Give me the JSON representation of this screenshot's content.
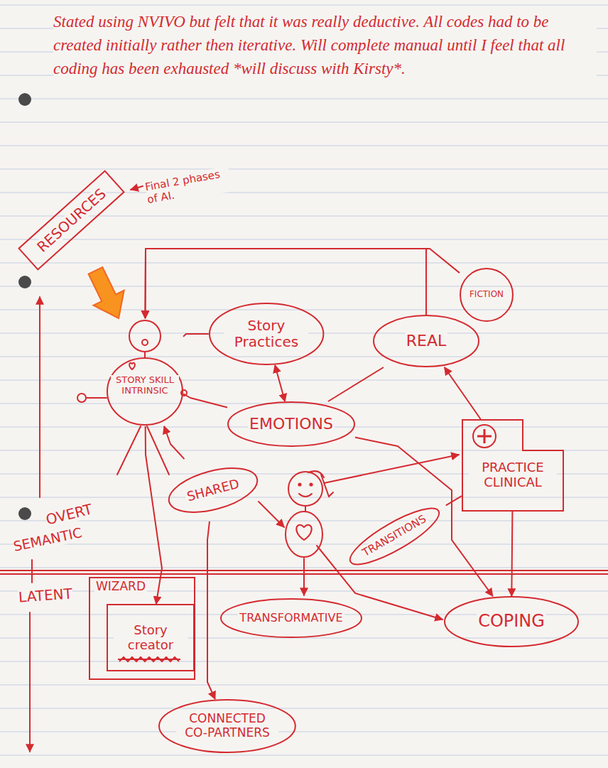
{
  "diagram": {
    "nodes": [
      {
        "text": [
          "RESOURCES"
        ]
      },
      {
        "text": [
          "STORY SKILL INTRINSIC"
        ]
      },
      {
        "text": [
          "Story Practices"
        ]
      },
      {
        "text": [
          "EMOTIONS"
        ]
      },
      {
        "text": [
          "REAL"
        ]
      },
      {
        "text": [
          "FICTION"
        ]
      },
      {
        "text": [
          "PRACTICE CLINICAL"
        ]
      },
      {
        "text": [
          "SHARED"
        ]
      },
      {
        "text": [
          "TRANSITIONS"
        ]
      },
      {
        "text": [
          "WIZARD"
        ]
      },
      {
        "text": [
          "Story creator"
        ],
        "in": 9
      },
      {
        "text": [
          "TRANSFORMATIVE"
        ]
      },
      {
        "text": [
          "COPING"
        ]
      },
      {
        "text": [
          "CONNECTED CO-PARTNERS"
        ]
      }
    ],
    "edges": [
      {
        "from": 0,
        "to": 1,
        "arrow": "to"
      },
      {
        "from": 1,
        "to": 2,
        "arrow": "none"
      },
      {
        "from": 1,
        "to": 3,
        "arrow": "none"
      },
      {
        "from": 2,
        "to": 3,
        "arrow": "both"
      },
      {
        "from": 3,
        "to": 4,
        "arrow": "none"
      },
      {
        "from": 4,
        "to": 1,
        "arrow": "to"
      },
      {
        "from": 5,
        "to": 1,
        "arrow": "to"
      },
      {
        "from": 6,
        "to": 4,
        "arrow": "to"
      },
      {
        "from": 3,
        "to": 12,
        "arrow": "to"
      },
      {
        "from": 6,
        "to": 12,
        "arrow": "to"
      },
      {
        "from": 8,
        "to": 6,
        "arrow": "none"
      },
      {
        "from": 7,
        "to": 1,
        "arrow": "to"
      },
      {
        "from": 7,
        "to": 13,
        "arrow": "to"
      },
      {
        "from": 1,
        "to": 10,
        "arrow": "to"
      }
    ],
    "labels": [
      "Stated using NVIVO but felt that it was really deductive. All codes had to be created initially rather then iterative. Will complete manual until I feel that all coding has been exhausted *will discuss with Kirsty*.",
      "Final 2 phases of AI.",
      "OVERT",
      "SEMANTIC",
      "LATENT"
    ]
  }
}
